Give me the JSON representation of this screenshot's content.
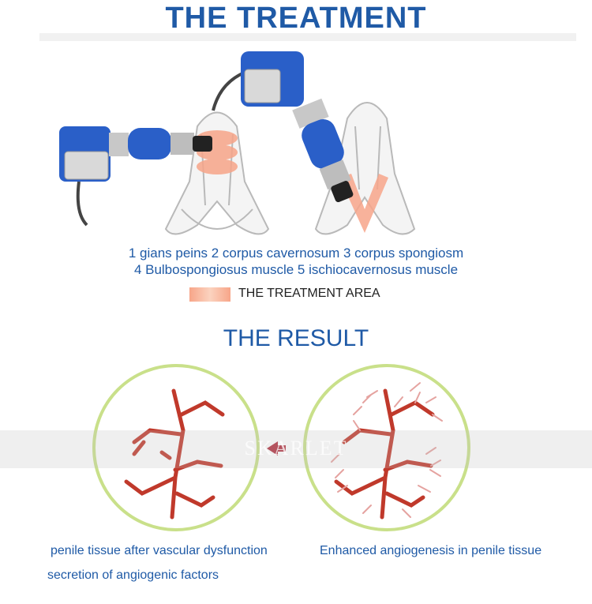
{
  "title": "THE TREATMENT",
  "anatomy_caption": {
    "line1": "1 gians peins 2 corpus cavernosum 3 corpus spongiosm",
    "line2": "4 Bulbospongiosus muscle  5 ischiocavernosus muscle"
  },
  "legend": {
    "label": "THE TREATMENT AREA"
  },
  "result_title": "THE RESULT",
  "watermark": "SKARLET",
  "captions": {
    "left": "penile tissue after vascular dysfunction",
    "left2": "secretion of angiogenic factors",
    "right": "Enhanced angiogenesis in penile tissue"
  },
  "colors": {
    "title": "#1f5aa6",
    "caption": "#1f5aa6",
    "device_blue": "#2a5fc8",
    "vessel": "#c0392b",
    "circle_ring": "#c9e08a",
    "arrow": "#b0313f",
    "treatment_area": "#f7a589"
  }
}
